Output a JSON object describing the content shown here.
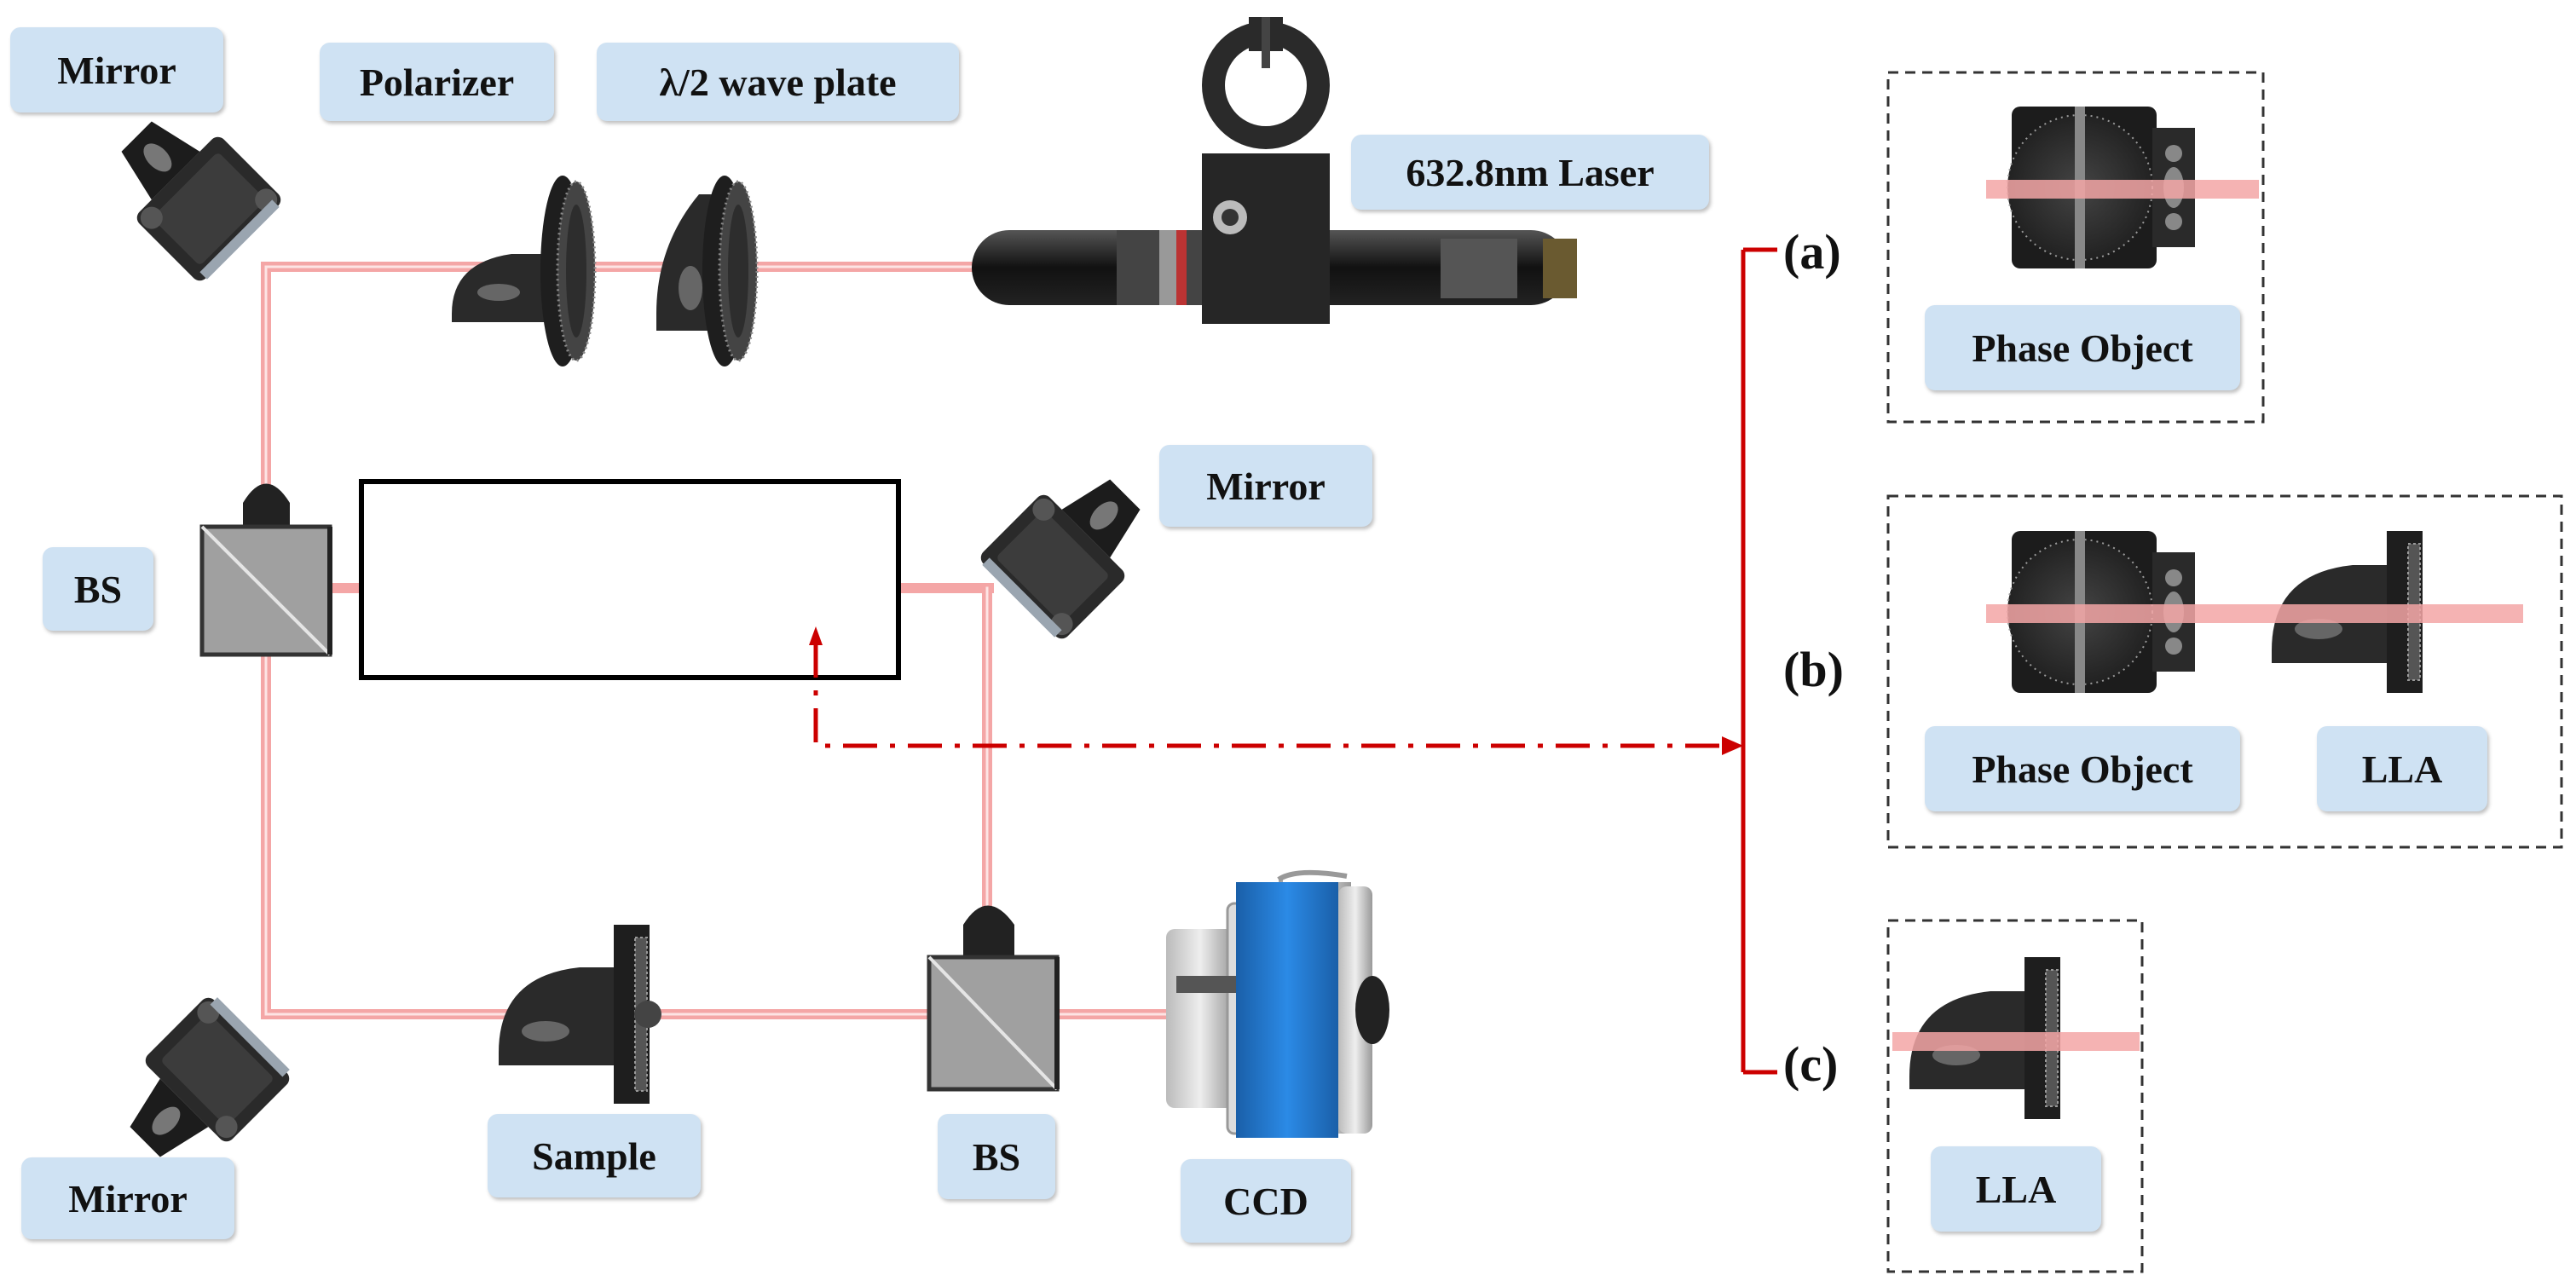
{
  "labels": {
    "mirror_top": "Mirror",
    "polarizer": "Polarizer",
    "waveplate": "λ/2 wave plate",
    "laser": "632.8nm Laser",
    "bs_left": "BS",
    "mirror_right": "Mirror",
    "mirror_bottom": "Mirror",
    "sample": "Sample",
    "bs_bottom": "BS",
    "ccd": "CCD"
  },
  "panels": {
    "a": {
      "tag": "(a)",
      "labels": [
        "Phase Object"
      ]
    },
    "b": {
      "tag": "(b)",
      "labels": [
        "Phase Object",
        "LLA"
      ]
    },
    "c": {
      "tag": "(c)",
      "labels": [
        "LLA"
      ]
    }
  },
  "colors": {
    "beam": "#f4a6a6",
    "arrow": "#cc0000",
    "label_bg": "#cfe2f3",
    "ccd_blue": "#1f7fd6"
  }
}
